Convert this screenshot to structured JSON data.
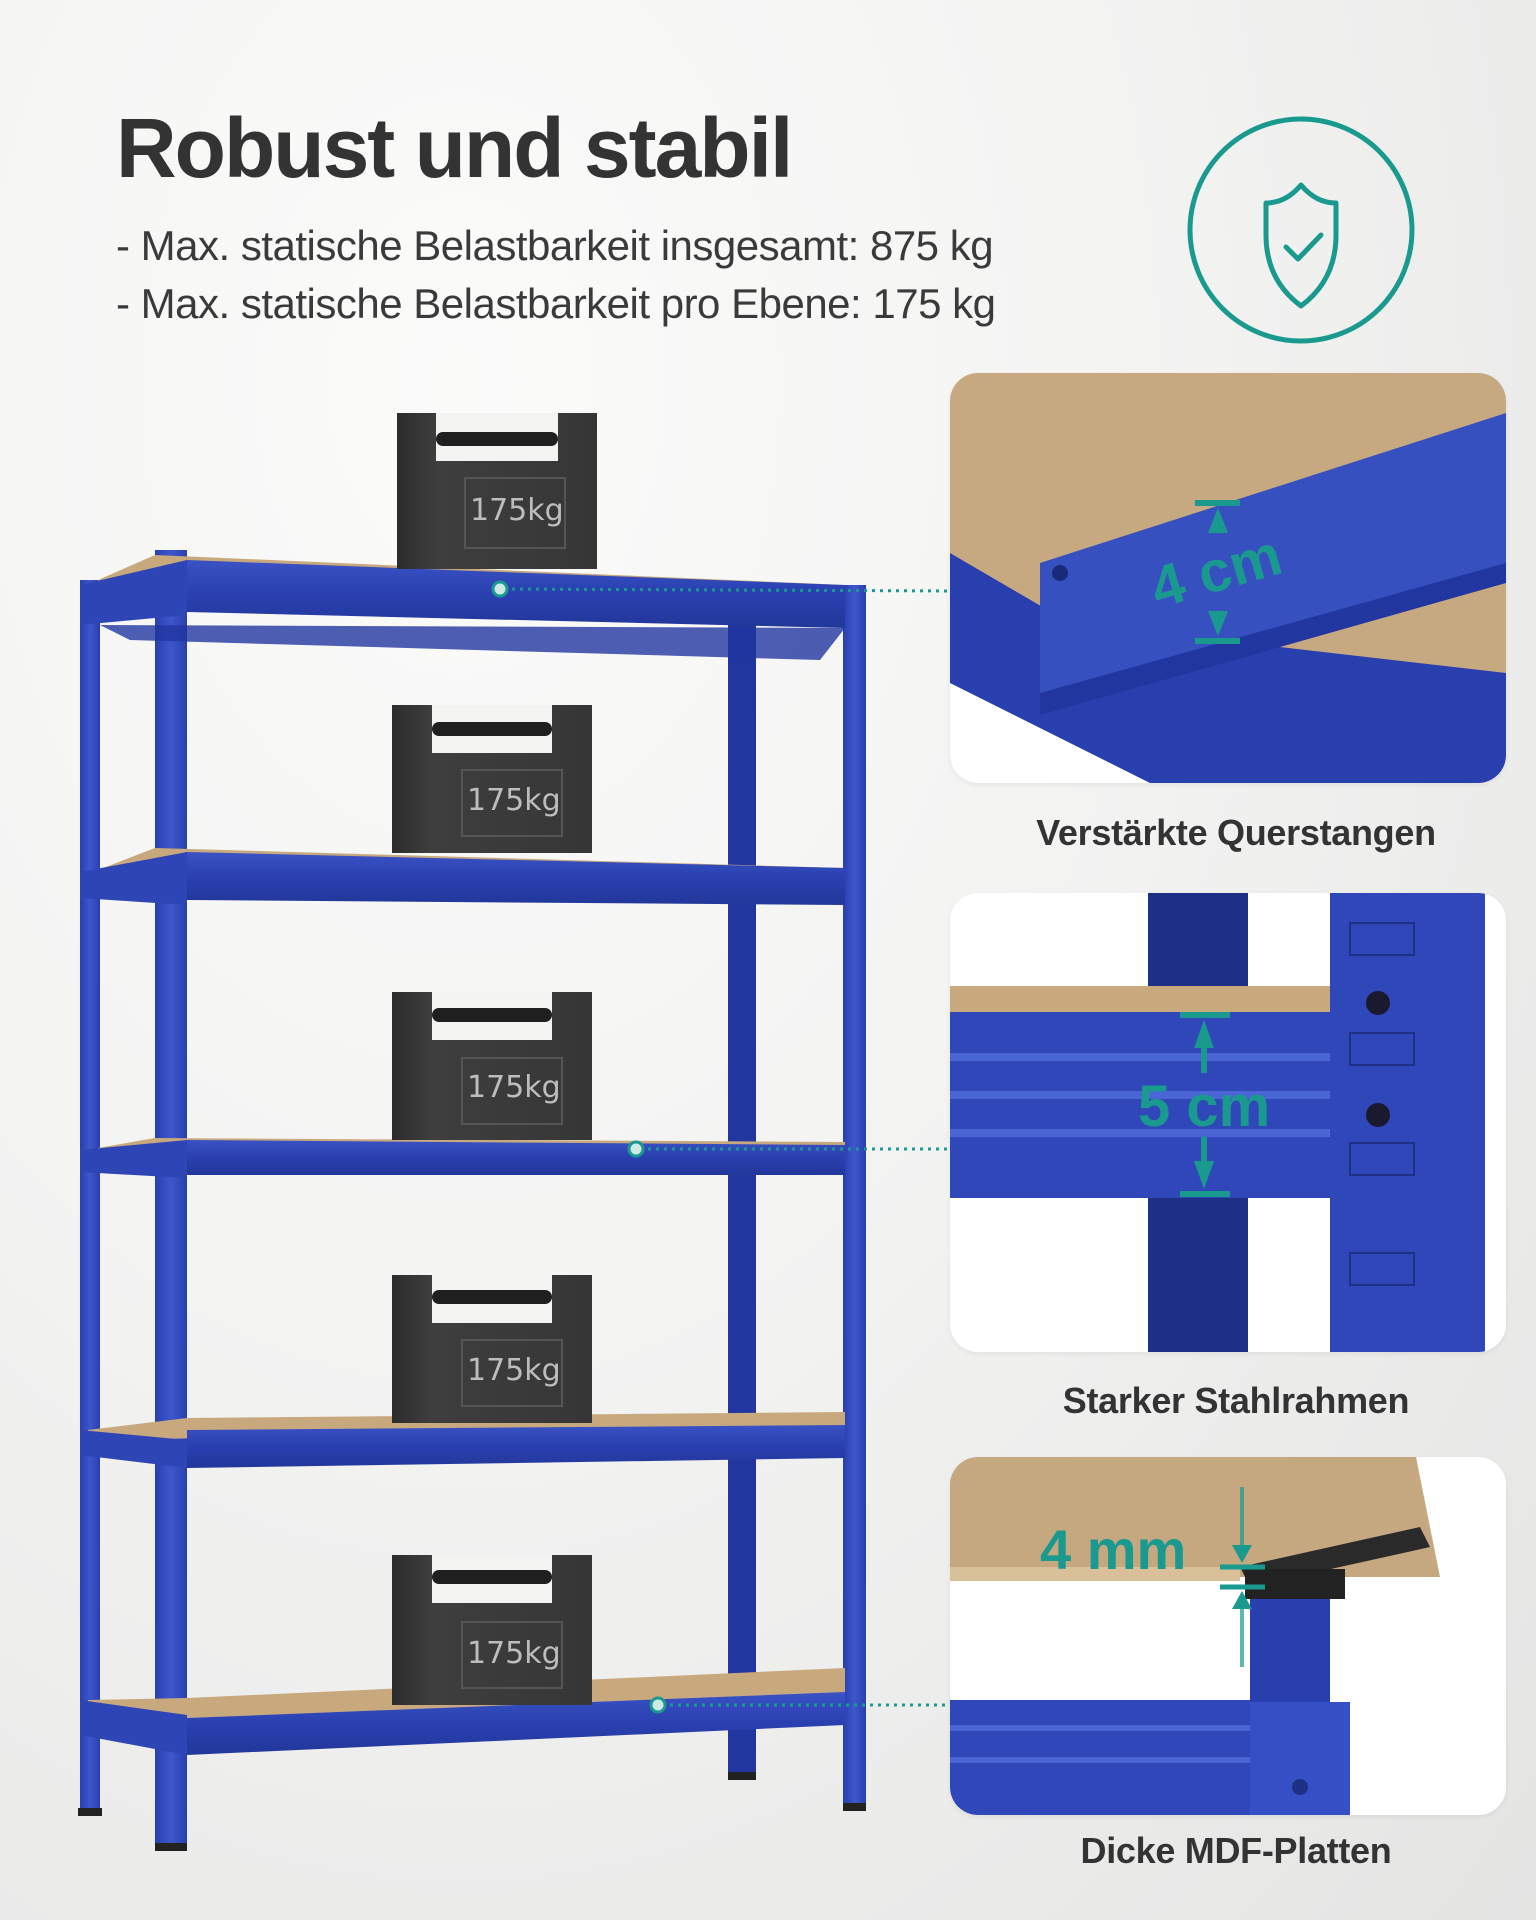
{
  "header": {
    "title": "Robust und stabil",
    "bullets": [
      "- Max. statische Belastbarkeit insgesamt: 875 kg",
      "- Max. statische Belastbarkeit pro Ebene: 175 kg"
    ],
    "badge_icon": "shield-check-icon"
  },
  "colors": {
    "accent_teal": "#1a9a8f",
    "frame_blue": "#2a3fae",
    "mdf": "#c8a97e",
    "weight": "#3b3b3b",
    "text": "#333333"
  },
  "shelf": {
    "levels": 5,
    "weights": [
      {
        "label": "175kg"
      },
      {
        "label": "175kg"
      },
      {
        "label": "175kg"
      },
      {
        "label": "175kg"
      },
      {
        "label": "175kg"
      }
    ]
  },
  "details": [
    {
      "caption": "Verstärkte Querstangen",
      "dimension": "4 cm"
    },
    {
      "caption": "Starker Stahlrahmen",
      "dimension": "5 cm"
    },
    {
      "caption": "Dicke MDF-Platten",
      "dimension": "4 mm"
    }
  ]
}
